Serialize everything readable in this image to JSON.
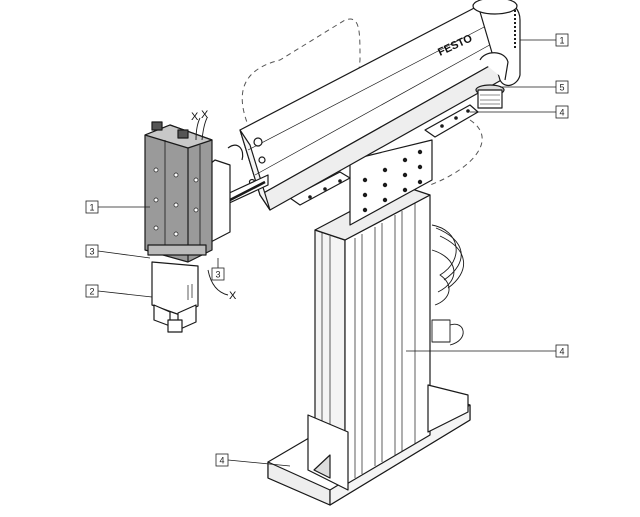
{
  "brand": "FESTO",
  "wire_mark": "X",
  "callouts": [
    {
      "id": "c1a",
      "text": "1"
    },
    {
      "id": "c5",
      "text": "5"
    },
    {
      "id": "c4a",
      "text": "4"
    },
    {
      "id": "c1b",
      "text": "1"
    },
    {
      "id": "c3a",
      "text": "3"
    },
    {
      "id": "c3b",
      "text": "3"
    },
    {
      "id": "c2",
      "text": "2"
    },
    {
      "id": "c4b",
      "text": "4"
    },
    {
      "id": "c4c",
      "text": "4"
    }
  ],
  "colors": {
    "line": "#1a1a1a",
    "gripper": "#9a9a9a",
    "dash": "#555555"
  }
}
